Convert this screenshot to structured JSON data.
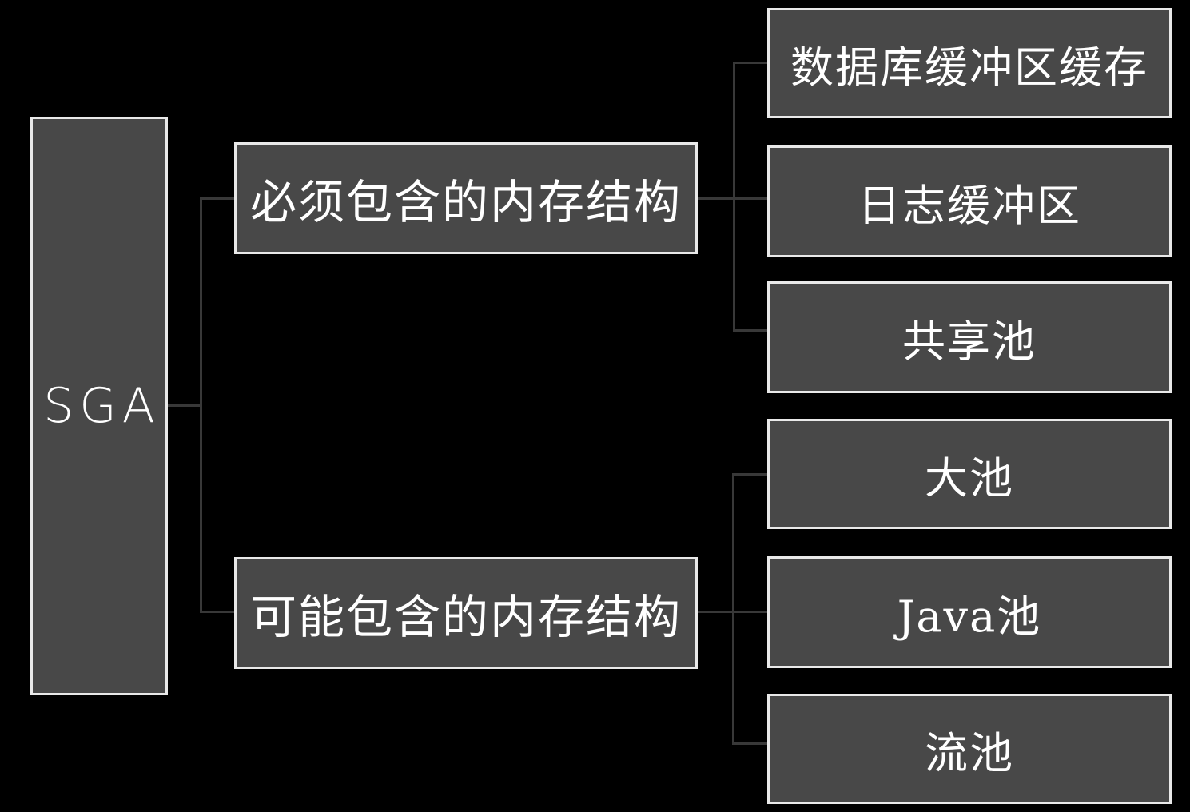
{
  "diagram": {
    "root": {
      "label": "SGA"
    },
    "branches": [
      {
        "label": "必须包含的内存结构",
        "children": [
          {
            "label": "数据库缓冲区缓存"
          },
          {
            "label": "日志缓冲区"
          },
          {
            "label": "共享池"
          }
        ]
      },
      {
        "label": "可能包含的内存结构",
        "children": [
          {
            "label": "大池"
          },
          {
            "label": "Java池"
          },
          {
            "label": "流池"
          }
        ]
      }
    ]
  },
  "colors": {
    "background": "#000000",
    "node_fill": "#484848",
    "node_border": "#e9e9e9",
    "connector": "#383838",
    "text": "#ffffff"
  }
}
